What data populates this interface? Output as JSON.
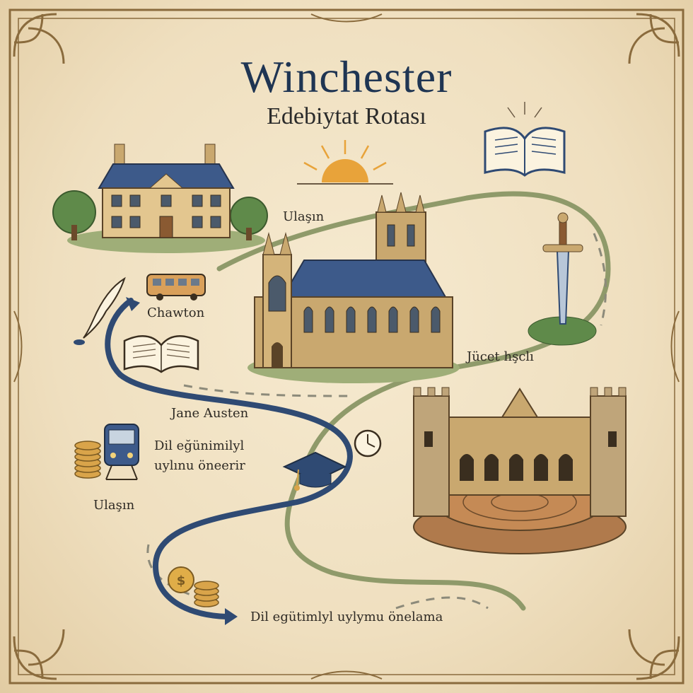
{
  "map": {
    "title": "Winchester",
    "subtitle": "Edebiytat Rotası"
  },
  "labels": {
    "chawton": "Chawton",
    "ulasin_top": "Ulaşın",
    "jucet": "Jücet hşclı",
    "jane_austen": "Jane Austen",
    "dil_line1": "Dil eğünimilyl",
    "dil_line2": "uylınu öneerir",
    "ulasin_left": "Ulaşın",
    "bottom": "Dil egütimlyl uylymu önelama"
  },
  "colors": {
    "parchment": "#efe0c2",
    "frame": "#8a6b3d",
    "route_blue": "#2f4a73",
    "route_green": "#8f9a6a",
    "title": "#1f3553",
    "stone": "#c9a86f",
    "roof_blue": "#3d5a8a",
    "tree": "#5f8a4a",
    "sun": "#e8a33a"
  },
  "icons": [
    "quill-icon",
    "bus-icon",
    "book-icon",
    "sun-icon",
    "sword-icon",
    "train-icon",
    "coins-icon",
    "graduation-cap-icon",
    "clock-icon",
    "dollar-coin-icon"
  ]
}
